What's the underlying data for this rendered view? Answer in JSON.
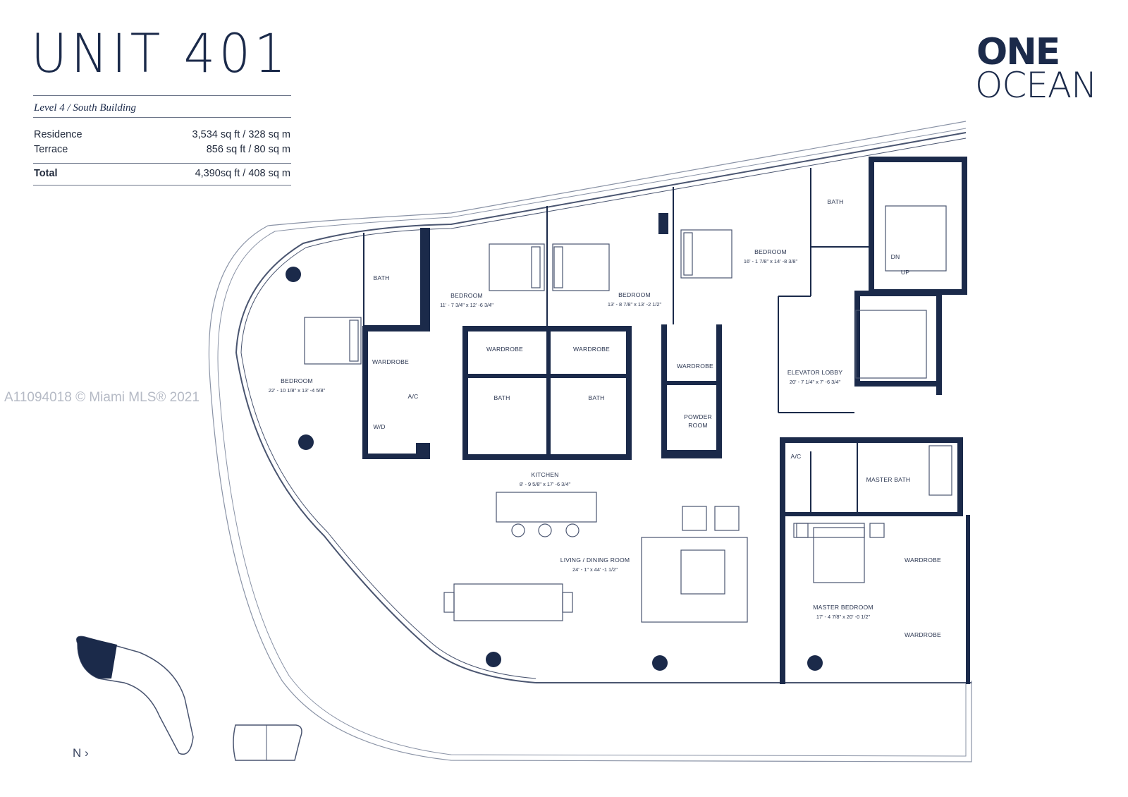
{
  "header": {
    "title": "UNIT 401",
    "subtitle": "Level 4 / South Building"
  },
  "specs": {
    "residence_label": "Residence",
    "residence_value": "3,534 sq ft / 328 sq m",
    "terrace_label": "Terrace",
    "terrace_value": "856 sq ft / 80 sq m",
    "total_label": "Total",
    "total_value": "4,390sq ft / 408 sq m"
  },
  "logo": {
    "line1": "ONE",
    "line2": "OCEAN"
  },
  "watermark": "A11094018 © Miami MLS® 2021",
  "compass": {
    "label": "N"
  },
  "rooms": {
    "bedroom_west": {
      "name": "BEDROOM",
      "dims": "22' - 10 1/8\" x 13' -4 5/8\""
    },
    "bath_west": {
      "name": "BATH"
    },
    "wardrobe_west": {
      "name": "WARDROBE"
    },
    "ac_west": {
      "name": "A/C"
    },
    "wd": {
      "name": "W/D"
    },
    "bedroom_2": {
      "name": "BEDROOM",
      "dims": "11' - 7 3/4\" x 12' -6 3/4\""
    },
    "bedroom_3": {
      "name": "BEDROOM",
      "dims": "13' - 8 7/8\" x 13' -2 1/2\""
    },
    "bedroom_4": {
      "name": "BEDROOM",
      "dims": "16' - 1 7/8\" x 14' -8 3/8\""
    },
    "wardrobe_2": {
      "name": "WARDROBE"
    },
    "wardrobe_3": {
      "name": "WARDROBE"
    },
    "wardrobe_4": {
      "name": "WARDROBE"
    },
    "bath_2": {
      "name": "BATH"
    },
    "bath_3": {
      "name": "BATH"
    },
    "bath_4": {
      "name": "BATH"
    },
    "powder_line1": {
      "name": "POWDER"
    },
    "powder_line2": {
      "name": "ROOM"
    },
    "stair_dn": {
      "name": "DN"
    },
    "stair_up": {
      "name": "UP"
    },
    "elevator_lobby": {
      "name": "ELEVATOR LOBBY",
      "dims": "20' - 7 1/4\" x 7' -6 3/4\""
    },
    "kitchen": {
      "name": "KITCHEN",
      "dims": "8' - 9 5/8\" x 17' -6 3/4\""
    },
    "living": {
      "name": "LIVING / DINING ROOM",
      "dims": "24' - 1\" x 44' -1 1/2\""
    },
    "ac_east": {
      "name": "A/C"
    },
    "master_bath": {
      "name": "MASTER BATH"
    },
    "master_bedroom": {
      "name": "MASTER BEDROOM",
      "dims": "17' - 4 7/8\" x 20' -0 1/2\""
    },
    "wardrobe_master_1": {
      "name": "WARDROBE"
    },
    "wardrobe_master_2": {
      "name": "WARDROBE"
    }
  },
  "colors": {
    "navy": "#1b2a4a",
    "line": "#4a5570"
  }
}
